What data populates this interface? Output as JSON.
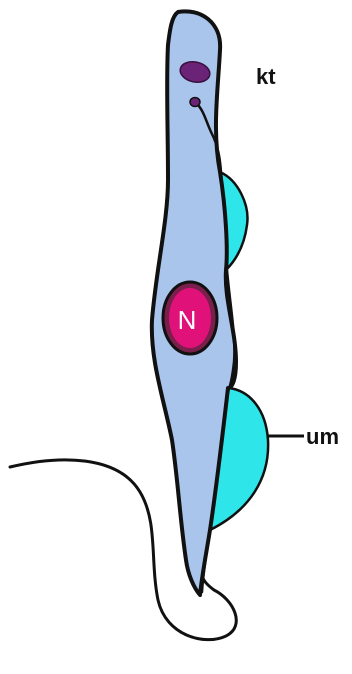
{
  "labels": {
    "kinetoplast": "kt",
    "nucleus": "N",
    "undulating_membrane": "um"
  },
  "colors": {
    "cell_body": "#a9c5ec",
    "outline": "#111111",
    "undulating_membrane": "#2ee5ea",
    "nucleus_fill": "#e0127a",
    "nucleus_ring": "#7a1f4c",
    "kinetoplast": "#6a2377"
  }
}
